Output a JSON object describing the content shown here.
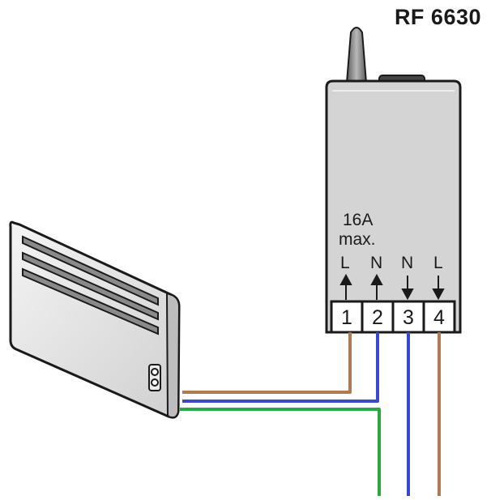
{
  "title": "RF 6630",
  "rating_line1": "16A",
  "rating_line2": "max.",
  "terminals": [
    {
      "number": "1",
      "label": "L",
      "arrow": "up"
    },
    {
      "number": "2",
      "label": "N",
      "arrow": "up"
    },
    {
      "number": "3",
      "label": "N",
      "arrow": "down"
    },
    {
      "number": "4",
      "label": "L",
      "arrow": "down"
    }
  ],
  "colors": {
    "wire_live": "#b07a52",
    "wire_neutral": "#3b48d0",
    "wire_earth": "#2ea641",
    "device_body": "#d5d5d5",
    "outline": "#1a1a1a"
  }
}
